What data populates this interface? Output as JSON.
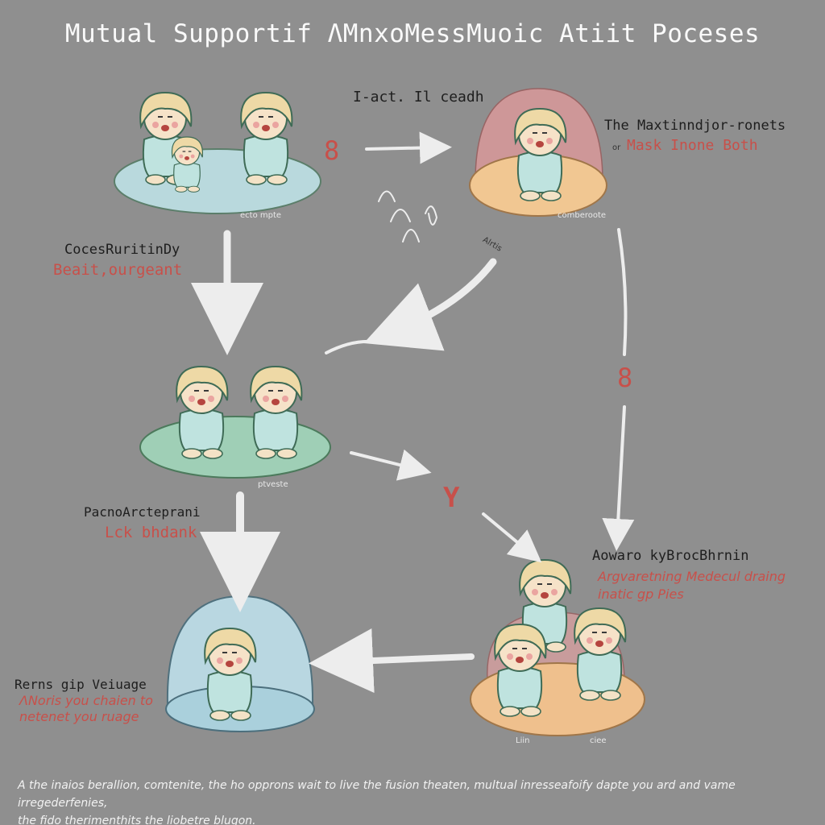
{
  "title": "Mutual Supportif ΛMnxoMessMuoic Atiit Poceses",
  "labels": {
    "top_center": "I-act. Il ceadh",
    "top_number": "8",
    "right_top_dark": "The Maxtinndjor-ronets",
    "right_top_small": "or",
    "right_top_red": "Mask Inone Both",
    "left_mid_dark": "CocesRuritinDy",
    "left_mid_red": "Beait,ourgeant",
    "right_number": "8",
    "center_symbol": "Y",
    "left_low_dark": "PacnoArcteprani",
    "left_low_red": "Lck bhdank",
    "right_low_dark": "Aowaro kyBrocBhrnin",
    "right_low_red_1": "Argvaretning Medecul draing",
    "right_low_red_2": "inatic gp Pies",
    "bottom_left_dark": "Rerns gip Veiuage",
    "bottom_left_red_1": "ΛNoris you chaien to",
    "bottom_left_red_2": "netenet you ruage",
    "arrow_note": "Alrtis"
  },
  "captions": {
    "scene1": "ecto mpte",
    "scene2": "comberoote",
    "scene3": "ptveste",
    "scene5a": "Liin",
    "scene5b": "ciee"
  },
  "footer": {
    "line1": "A the inaios berallion, comtenite, the ho opprons wait to live the fusion theaten, multual inresseafoify dapte you ard and vame irregederfenies,",
    "line2": "the fido therimenthits the liobetre blugon."
  }
}
